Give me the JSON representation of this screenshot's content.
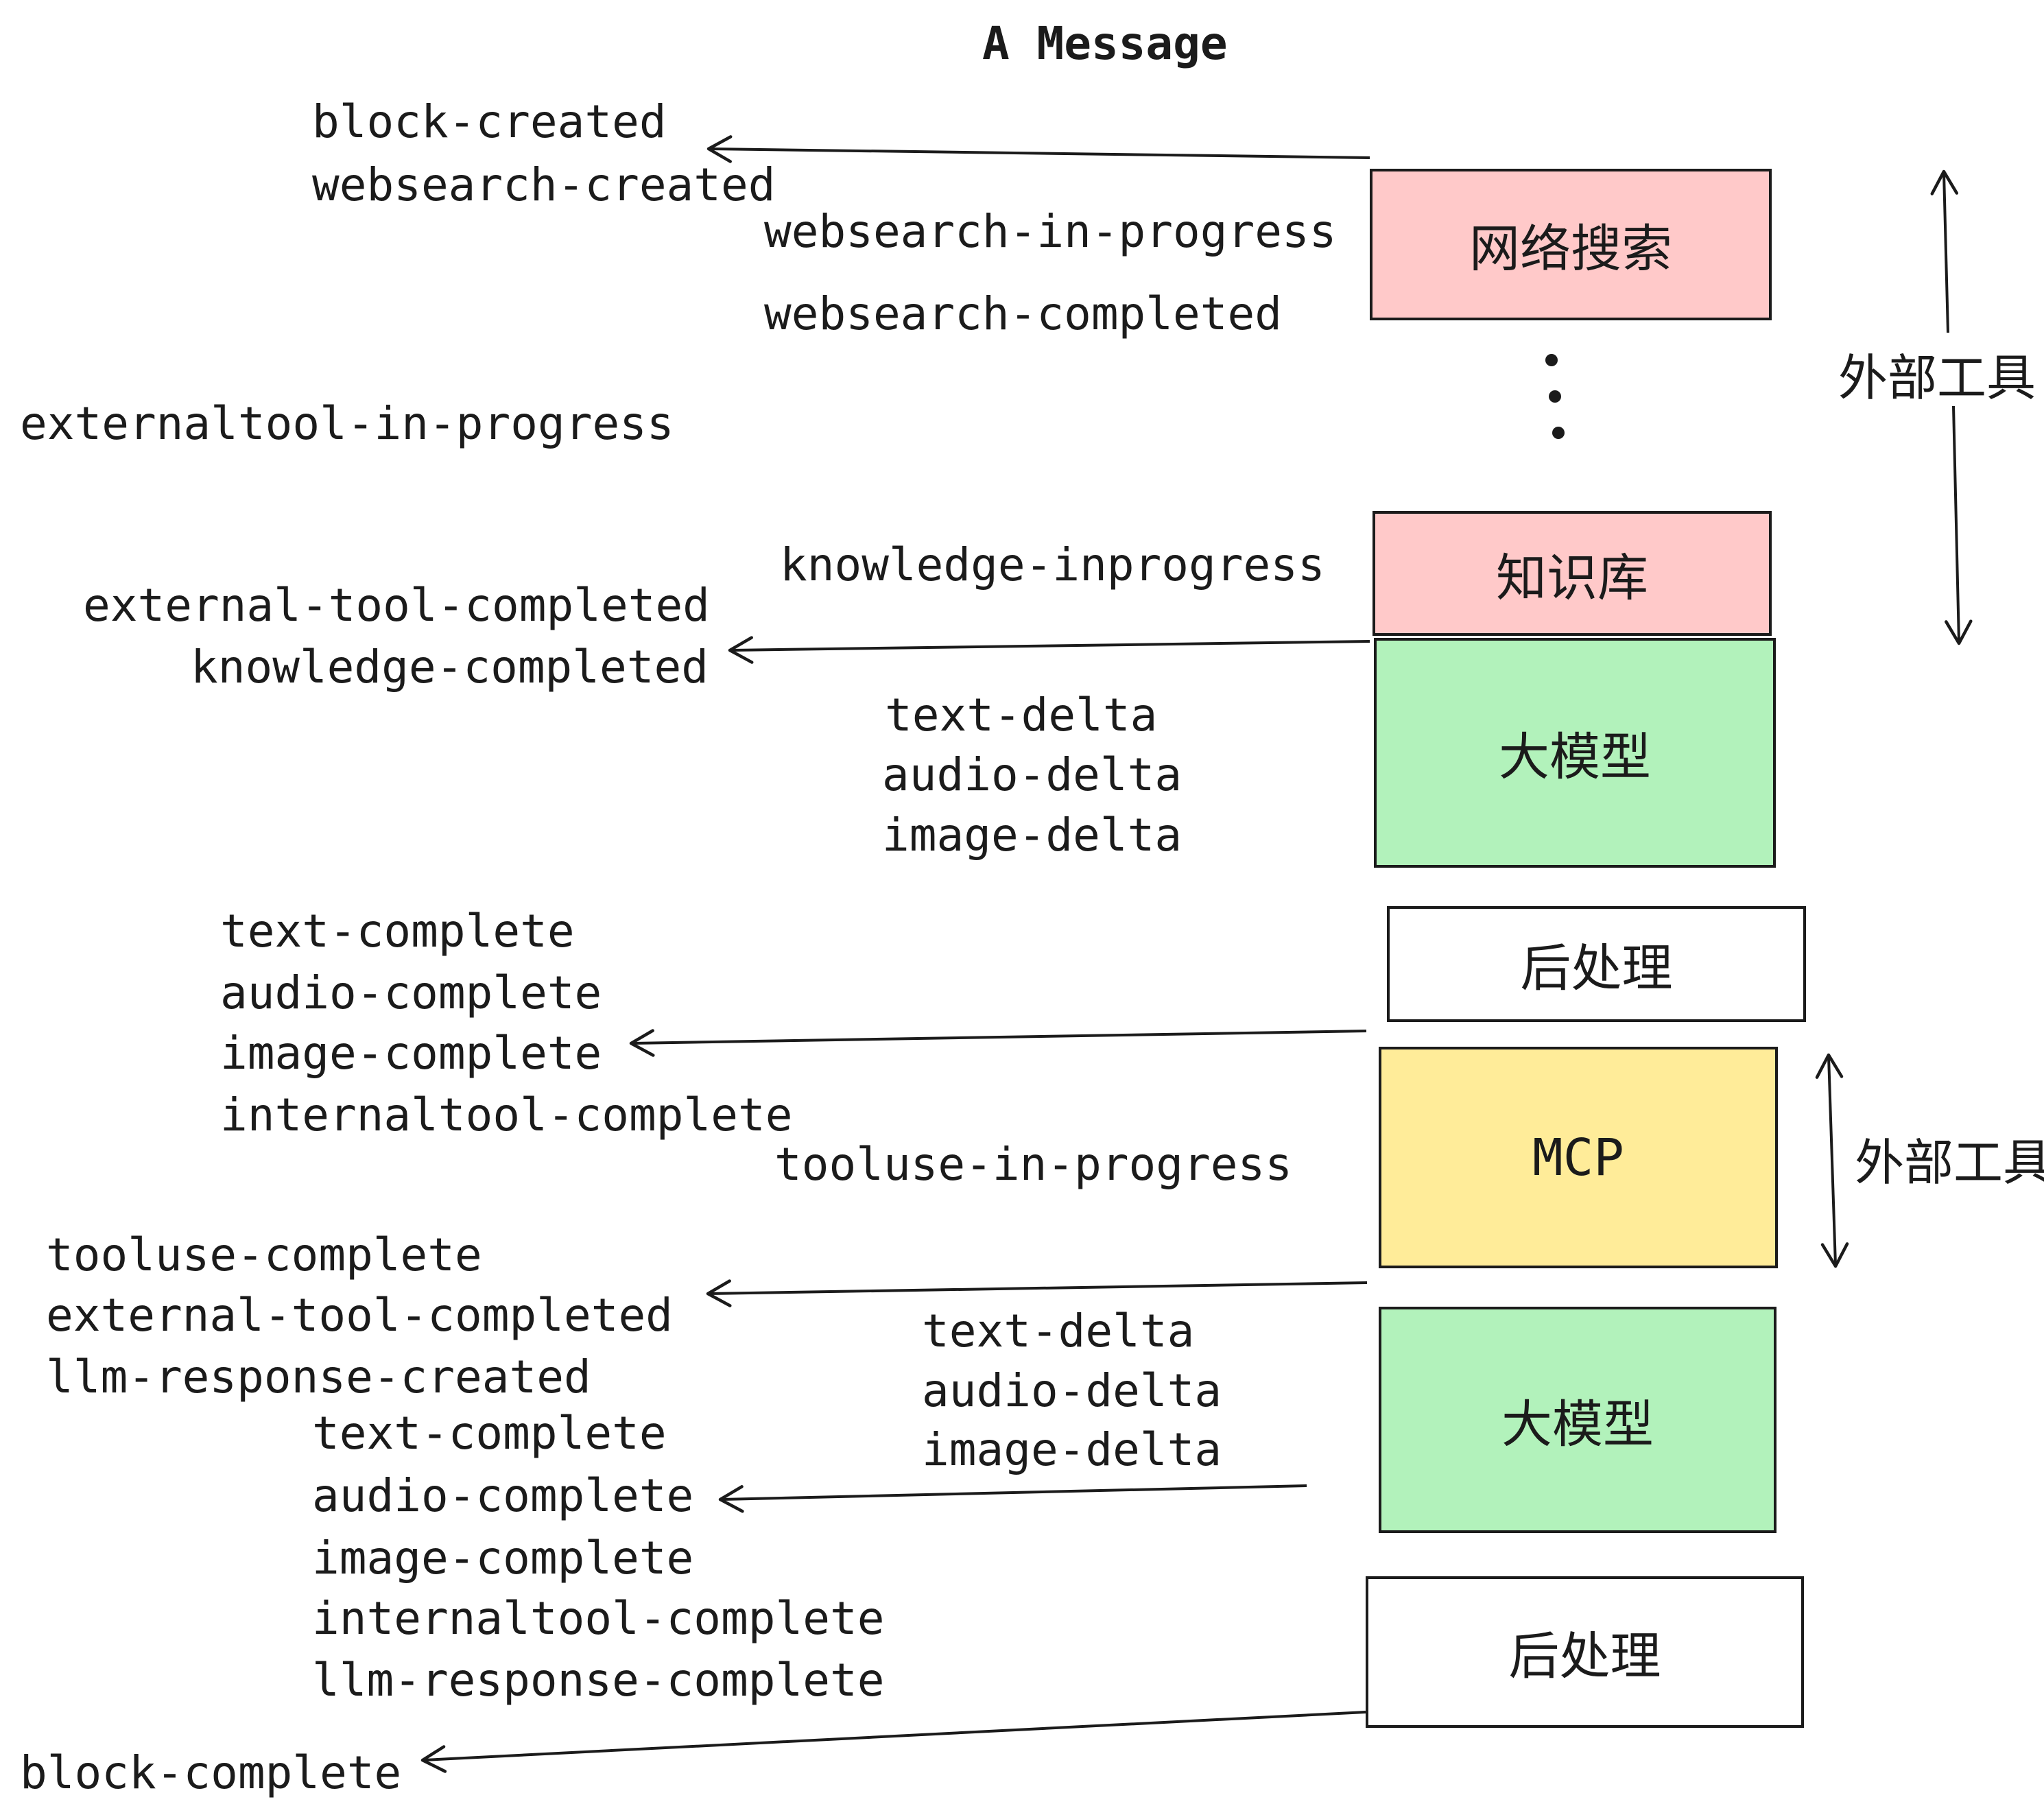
{
  "title": "A Message",
  "events": {
    "block_created": "block-created",
    "websearch_created": "websearch-created",
    "websearch_in_progress": "websearch-in-progress",
    "websearch_completed": "websearch-completed",
    "externaltool_in_progress": "externaltool-in-progress",
    "knowledge_inprogress": "knowledge-inprogress",
    "external_tool_completed": "external-tool-completed",
    "knowledge_completed": "knowledge-completed",
    "text_delta": "text-delta",
    "audio_delta": "audio-delta",
    "image_delta": "image-delta",
    "text_complete": "text-complete",
    "audio_complete": "audio-complete",
    "image_complete": "image-complete",
    "internaltool_complete": "internaltool-complete",
    "tooluse_in_progress": "tooluse-in-progress",
    "tooluse_complete": "tooluse-complete",
    "llm_response_created": "llm-response-created",
    "llm_response_complete": "llm-response-complete",
    "block_complete": "block-complete"
  },
  "boxes": {
    "websearch_label": "网络搜索",
    "knowledge_label": "知识库",
    "llm_label": "大模型",
    "postprocess_label": "后处理",
    "mcp_label": "MCP"
  },
  "side": {
    "external_tools_label": "外部工具"
  },
  "colors": {
    "pink": "#ffc9c9",
    "green": "#b2f2bb",
    "yellow": "#ffec99",
    "white": "#ffffff",
    "ink": "#1b1b1b"
  }
}
